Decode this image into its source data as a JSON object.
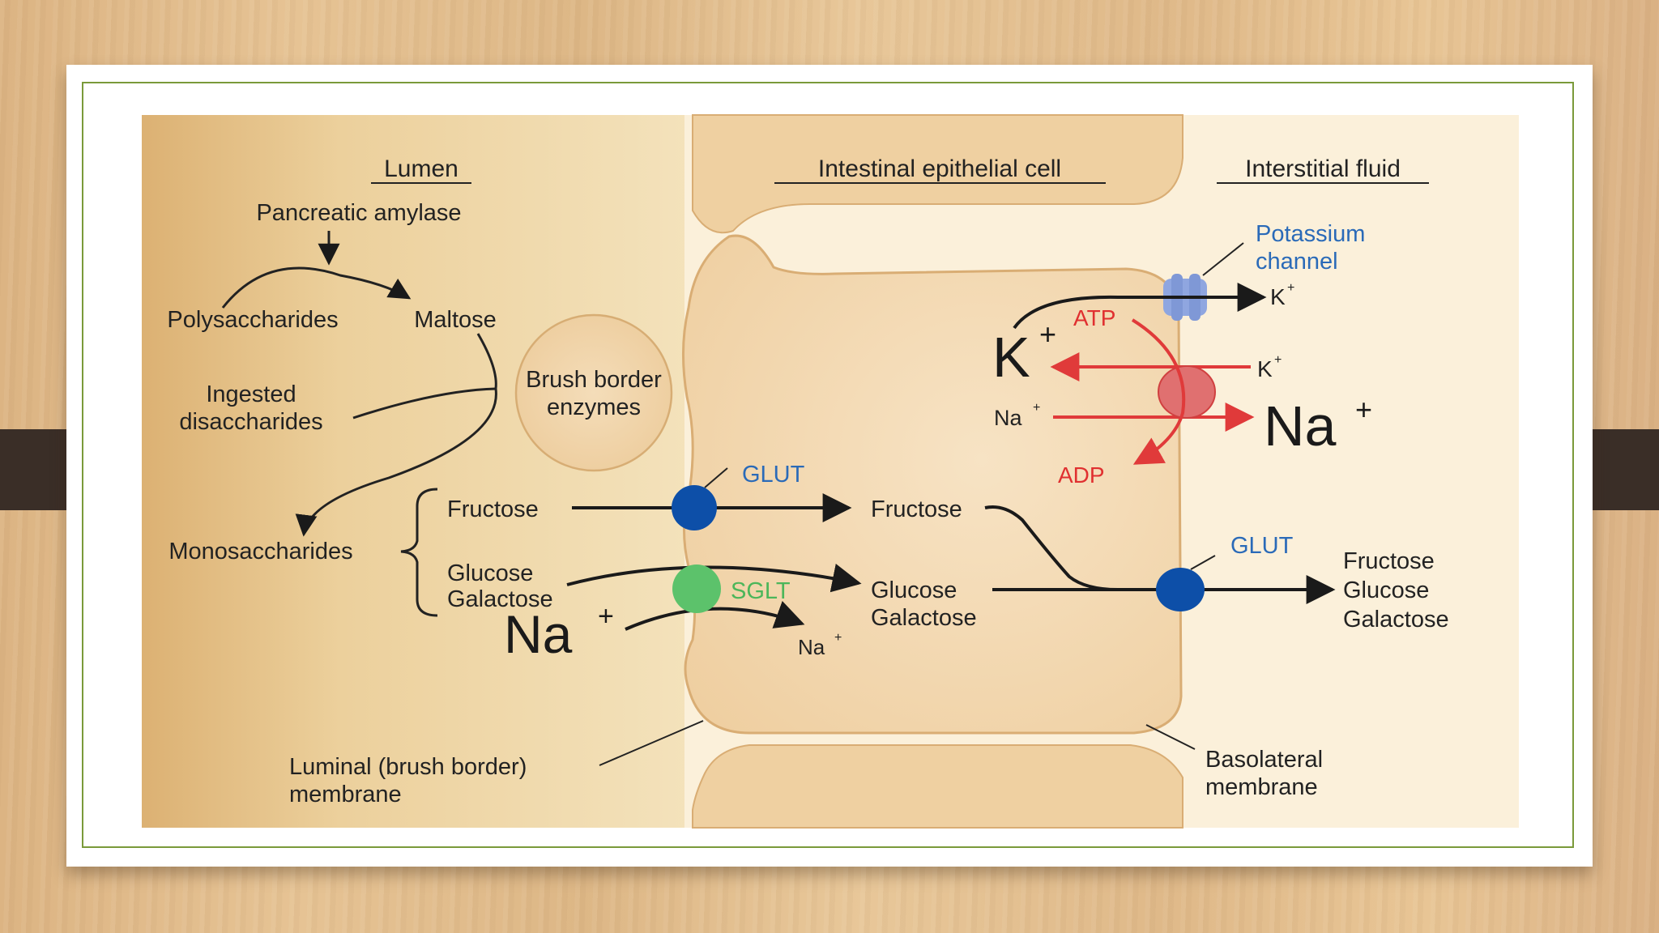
{
  "regions": {
    "lumen": "Lumen",
    "cell": "Intestinal epithelial cell",
    "interstitial": "Interstitial fluid"
  },
  "lumen_labels": {
    "pancreatic_amylase": "Pancreatic amylase",
    "polysaccharides": "Polysaccharides",
    "maltose": "Maltose",
    "ingested_line1": "Ingested",
    "ingested_line2": "disaccharides",
    "monosaccharides": "Monosaccharides",
    "fructose": "Fructose",
    "glucose": "Glucose",
    "galactose": "Galactose",
    "na_plus": "Na",
    "plus": "+"
  },
  "brush_border": {
    "line1": "Brush border",
    "line2": "enzymes"
  },
  "transporters": {
    "glut_apical": "GLUT",
    "sglt": "SGLT",
    "glut_basolateral": "GLUT",
    "potassium_line1": "Potassium",
    "potassium_line2": "channel"
  },
  "cell_labels": {
    "fructose": "Fructose",
    "glucose": "Glucose",
    "galactose": "Galactose",
    "na_small": "Na",
    "k_big": "K",
    "na_pump_in": "Na",
    "atp": "ATP",
    "adp": "ADP",
    "plus": "+"
  },
  "interstitial_labels": {
    "k_out": "K",
    "k_return": "K",
    "na_big": "Na",
    "fructose": "Fructose",
    "glucose": "Glucose",
    "galactose": "Galactose",
    "plus": "+"
  },
  "membranes": {
    "luminal_line1": "Luminal (brush border)",
    "luminal_line2": "membrane",
    "basolateral_line1": "Basolateral",
    "basolateral_line2": "membrane"
  },
  "colors": {
    "glut": "#0d4fa8",
    "sglt": "#5cc26b",
    "pump": "#e07070",
    "potassium_channel": "#8fa6e0",
    "label_blue": "#2a6ab8",
    "label_green": "#4cb65a",
    "label_red": "#e03030"
  }
}
